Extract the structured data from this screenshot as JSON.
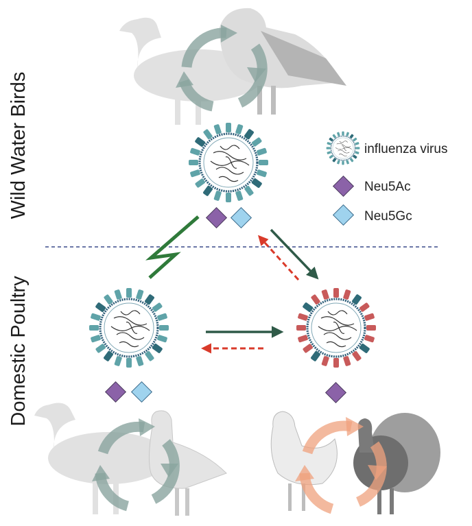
{
  "labels": {
    "top": "Wild Water Birds",
    "bottom": "Domestic Poultry"
  },
  "legend": {
    "virus": "influenza virus",
    "neu5ac": "Neu5Ac",
    "neu5gc": "Neu5Gc"
  },
  "colors": {
    "teal_spike": "#5fa3a8",
    "teal_spike_dark": "#2f6b78",
    "red_spike": "#c85a5a",
    "neu5ac": "#8b62a8",
    "neu5gc": "#9fd3ee",
    "arrow_green": "#2f5a48",
    "lightning_green": "#2f7a3a",
    "arrow_red": "#d93a2a",
    "divider": "#3a4a8a",
    "cycle_gray": "#8aa59f",
    "cycle_orange": "#f0a27e",
    "silhouette": "#e1e1e1"
  },
  "icons": {
    "virus": "influenza-virus-icon",
    "neu5ac": "purple-diamond-icon",
    "neu5gc": "light-blue-diamond-icon"
  }
}
